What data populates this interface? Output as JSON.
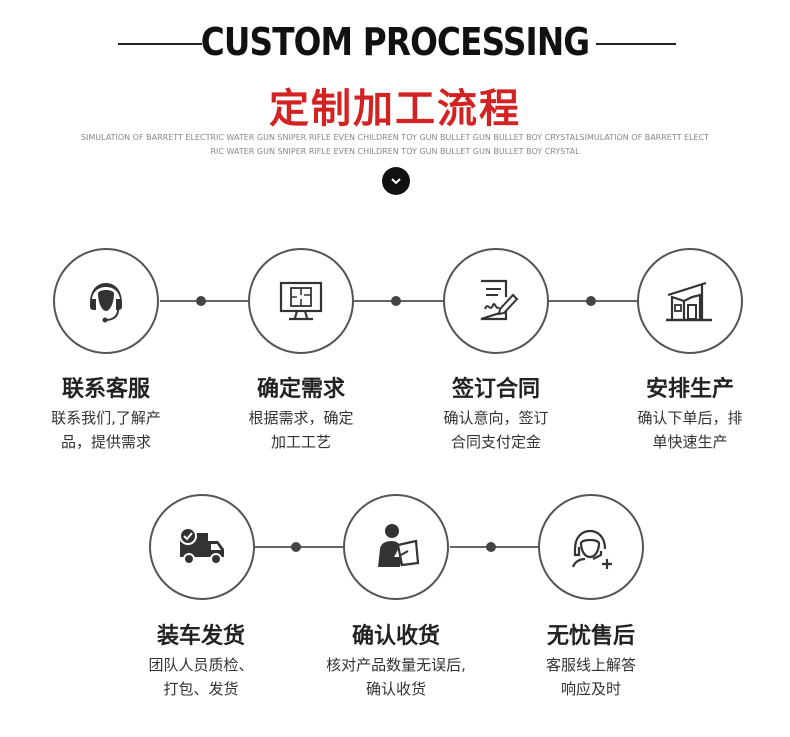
{
  "header": {
    "title_en": "CUSTOM PROCESSING",
    "title_cn": "定制加工流程",
    "subtitle": "SIMULATION OF BARRETT ELECTRIC WATER GUN SNIPER RIFLE EVEN CHILDREN TOY GUN BULLET GUN BULLET BOY CRYSTALSIMULATION OF BARRETT ELECTRIC WATER GUN SNIPER RIFLE EVEN CHILDREN TOY GUN BULLET GUN BULLET BOY CRYSTAL",
    "arrow_icon": "chevron-down-icon"
  },
  "steps": [
    {
      "title": "联系客服",
      "desc1": "联系我们,了解产",
      "desc2": "品，提供需求",
      "icon": "headset-icon"
    },
    {
      "title": "确定需求",
      "desc1": "根据需求，确定",
      "desc2": "加工工艺",
      "icon": "blueprint-monitor-icon"
    },
    {
      "title": "签订合同",
      "desc1": "确认意向，签订",
      "desc2": "合同支付定金",
      "icon": "contract-sign-icon"
    },
    {
      "title": "安排生产",
      "desc1": "确认下单后，排",
      "desc2": "单快速生产",
      "icon": "factory-icon"
    },
    {
      "title": "装车发货",
      "desc1": "团队人员质检、",
      "desc2": "打包、发货",
      "icon": "delivery-truck-icon"
    },
    {
      "title": "确认收货",
      "desc1": "核对产品数量无误后,",
      "desc2": "确认收货",
      "icon": "person-signing-icon"
    },
    {
      "title": "无忧售后",
      "desc1": "客服线上解答",
      "desc2": "响应及时",
      "icon": "customer-service-plus-icon"
    }
  ],
  "colors": {
    "accent": "#d32222",
    "line": "#666666",
    "icon": "#333333"
  }
}
